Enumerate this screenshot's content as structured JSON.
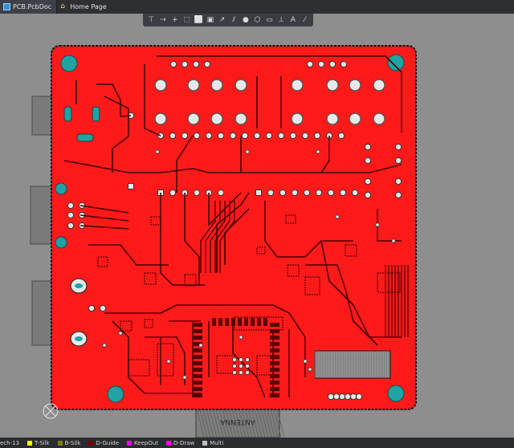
{
  "tabs": [
    {
      "label": "PCB.PcbDoc",
      "icon": "pcb-document-icon",
      "active": true
    },
    {
      "label": "Home Page",
      "icon": "home-icon",
      "active": false
    }
  ],
  "toolbar": [
    {
      "icon": "filter-icon",
      "glyph": "⊤"
    },
    {
      "icon": "route-icon",
      "glyph": "⇢"
    },
    {
      "icon": "cross-select-icon",
      "glyph": "+"
    },
    {
      "icon": "select-rect-icon",
      "glyph": "⬚"
    },
    {
      "icon": "align-icon",
      "glyph": "⬜"
    },
    {
      "icon": "component-icon",
      "glyph": "▣"
    },
    {
      "icon": "interactive-route-icon",
      "glyph": "↗"
    },
    {
      "icon": "diff-pair-icon",
      "glyph": "⫽"
    },
    {
      "icon": "via-icon",
      "glyph": "●"
    },
    {
      "icon": "polygon-icon",
      "glyph": "⬡"
    },
    {
      "icon": "fill-icon",
      "glyph": "▭"
    },
    {
      "icon": "measure-icon",
      "glyph": "⟂"
    },
    {
      "icon": "text-icon",
      "glyph": "A"
    },
    {
      "icon": "line-icon",
      "glyph": "⁄"
    }
  ],
  "layers": [
    {
      "label": "ech-13",
      "color": "#ffffff",
      "swatch": false
    },
    {
      "label": "T-Silk",
      "color": "#ffff00",
      "swatch": true
    },
    {
      "label": "B-Silk",
      "color": "#808000",
      "swatch": true
    },
    {
      "label": "D-Guide",
      "color": "#800000",
      "swatch": true
    },
    {
      "label": "KeepOut",
      "color": "#ff00ff",
      "swatch": true
    },
    {
      "label": "D-Draw",
      "color": "#ff00ff",
      "swatch": true
    },
    {
      "label": "Multi",
      "color": "#c0c0c0",
      "swatch": true
    }
  ],
  "board": {
    "silk_label": "ANTENNA",
    "copper_color": "#ff1a1a",
    "pad_color": "#1fa3a3",
    "background_color": "#8e8e8e"
  }
}
